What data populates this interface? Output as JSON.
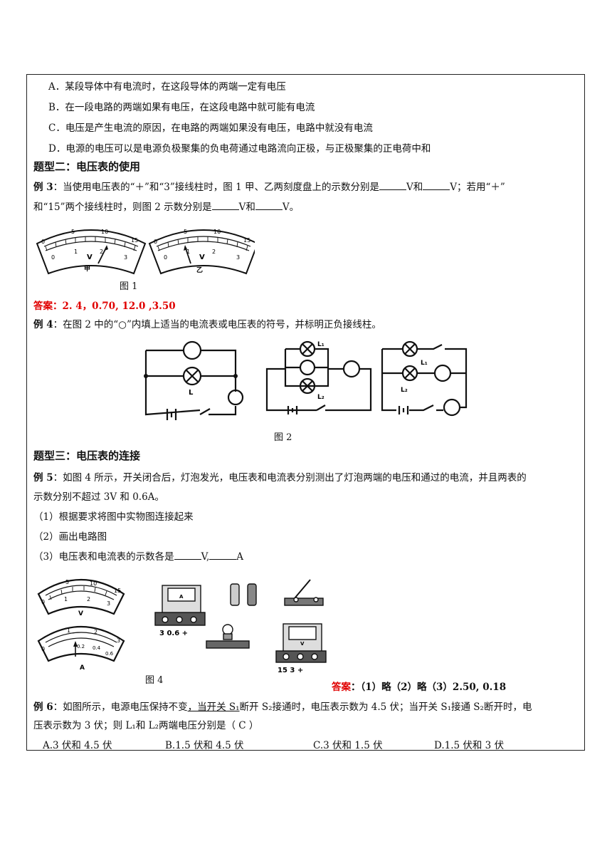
{
  "options_top": [
    "A．某段导体中有电流时，在这段导体的两端一定有电压",
    "B．在一段电路的两端如果有电压，在这段电路中就可能有电流",
    "C．电压是产生电流的原因，在电路的两端如果没有电压，电路中就没有电流",
    "D．电源的电压可以是电源负极聚集的负电荷通过电路流向正极，与正极聚集的正电荷中和"
  ],
  "section2": {
    "title": "题型二：电压表的使用"
  },
  "ex3": {
    "label": "例 3",
    "line1_a": "：当使用电压表的“＋”和“3”接线柱时，图 1 甲、乙两刻度盘上的示数分别是",
    "unit_v": "V",
    "and": "和",
    "line1_b": "；若用“＋”",
    "line2_a": "和“15”两个接线柱时，则图 2 示数分别是",
    "line2_end": "。",
    "fig_caption": "图 1",
    "meter_left_label": "甲",
    "meter_right_label": "乙",
    "meter_v": "V",
    "scale_top": [
      "0",
      "5",
      "10",
      "15"
    ],
    "scale_bottom": [
      "0",
      "1",
      "2",
      "3"
    ],
    "answer_label": "答案",
    "answer_text": "：2. 4，0.70,   12.0 ,3.50"
  },
  "ex4": {
    "label": "例 4",
    "text": "：在图 2 中的“○”内填上适当的电流表或电压表的符号，并标明正负接线柱。",
    "fig_caption": "图 2",
    "lamp_L": "L",
    "lamp_L1": "L₁",
    "lamp_L2": "L₂"
  },
  "section3": {
    "title": "题型三：电压表的连接"
  },
  "ex5": {
    "label": "例 5",
    "line1": "：如图 4 所示，开关闭合后，灯泡发光，电压表和电流表分别测出了灯泡两端的电压和通过的电流，并且两表的",
    "line2": "示数分别不超过 3V 和 0.6A。",
    "item1": "（1）根据要求将图中实物图连接起来",
    "item2": "（2）画出电路图",
    "item3_a": "（3）电压表和电流表的示数各是",
    "item3_v": "V,",
    "item3_a_unit": "A",
    "fig_caption": "图 4",
    "meter_v": "V",
    "meter_a": "A",
    "v_scale": [
      "0",
      "5",
      "10",
      "15",
      "1",
      "2",
      "3"
    ],
    "a_scale": [
      "0",
      "1",
      "2",
      "3",
      "0.2",
      "0.4",
      "0.6"
    ],
    "ammeter_terminals": "3 0.6 +",
    "voltmeter_terminals": "15  3  +",
    "answer_label": "答案",
    "answer_text": "：（1）略（2）略（3）2.50, 0.18"
  },
  "ex6": {
    "label": "例 6",
    "line1_a": "：如图所示，电源电压保持不变",
    "line1_underlined": "，当开关 S₁",
    "line1_b": "断开 S₂接通时，电压表示数为 4.5 伏；当开关 S₁接通 S₂断开时，电",
    "line2": "压表示数为 3 伏；则 L₁和 L₂两端电压分别是（   C    ）",
    "choices": [
      "A.3 伏和 4.5 伏",
      "B.1.5 伏和 4.5 伏",
      "C.3 伏和 1.5 伏",
      "D.1.5 伏和 3 伏"
    ]
  }
}
